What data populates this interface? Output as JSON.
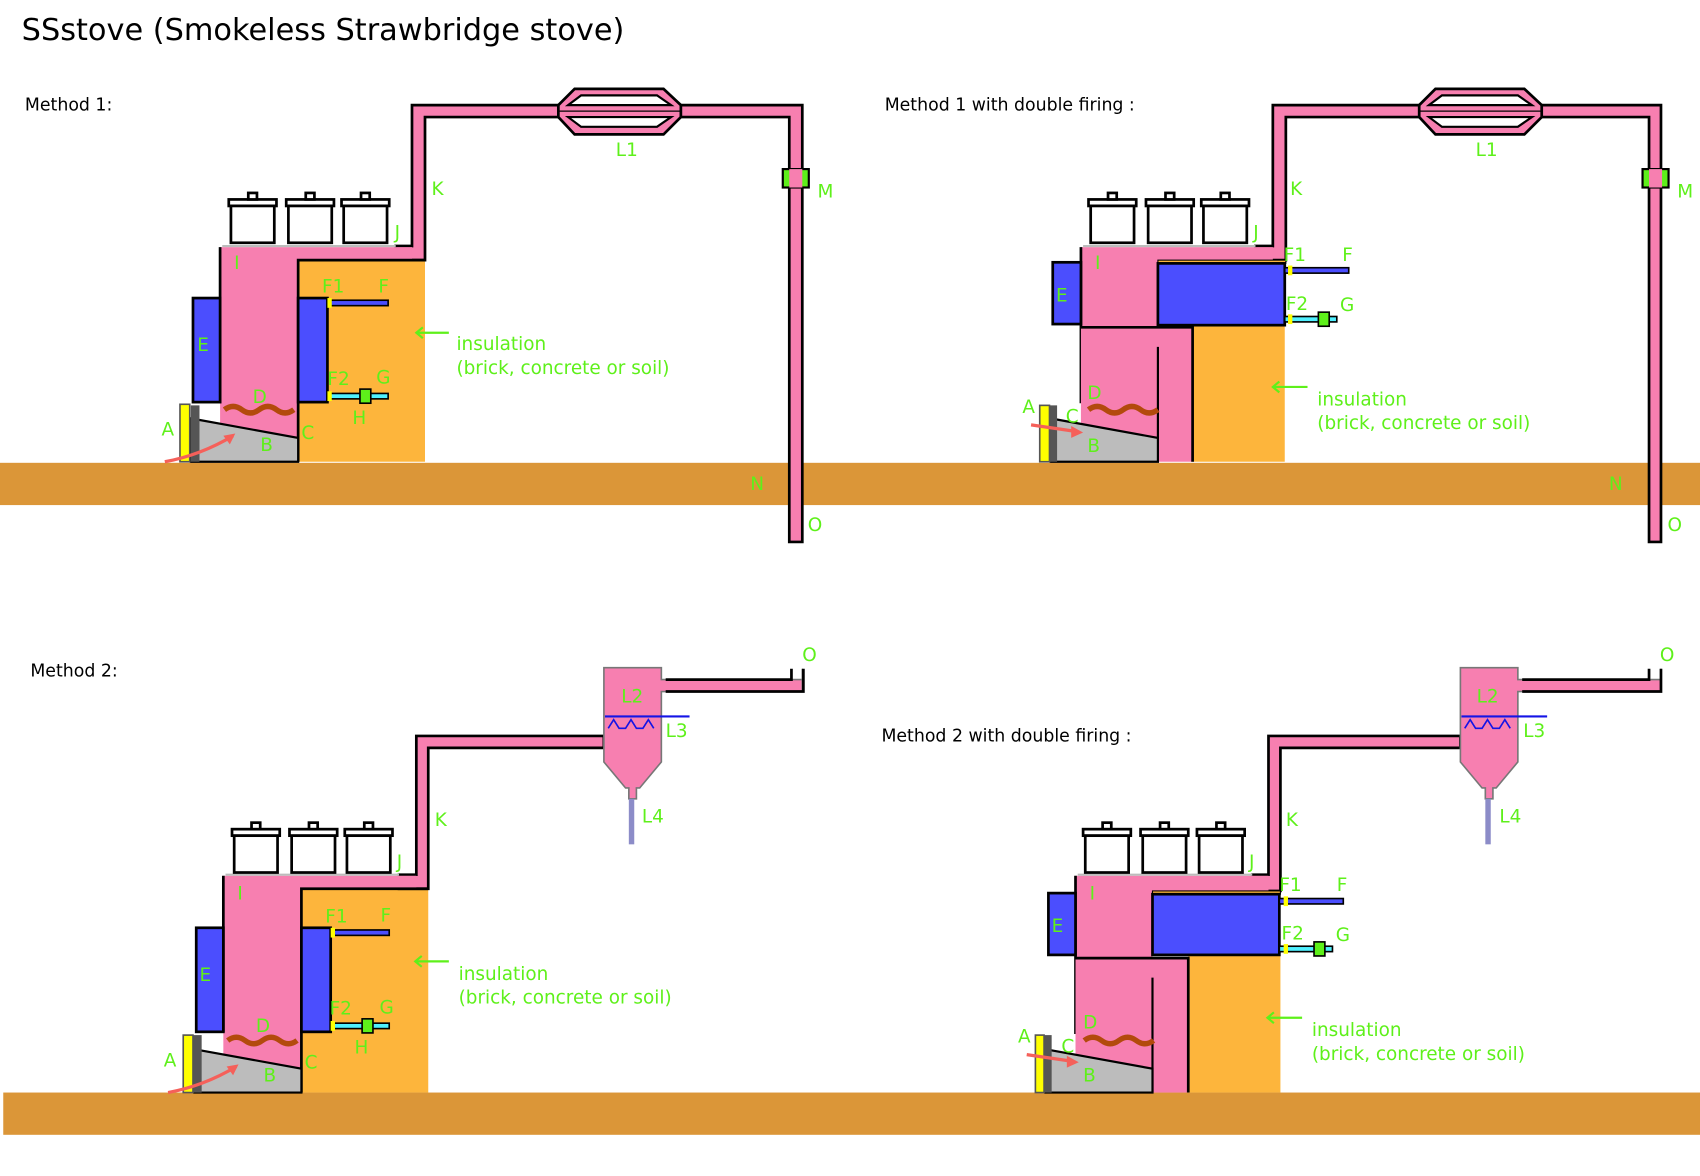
{
  "title": "SSstove (Smokeless Strawbridge stove)",
  "colors": {
    "flue_pink": "#f77fb0",
    "water_tank_blue": "#4b4efe",
    "insulation_orange": "#fdb53c",
    "ground_brown": "#db9638",
    "label_green": "#5ef01a",
    "door_yellow": "#ffff00",
    "ash_grey": "#bcbcbc",
    "flame_brown": "#b34a0c",
    "air_arrow_red": "#f5605a",
    "cold_pipe_cyan": "#4ff0ff",
    "spray_blue": "#1414e6",
    "drain_lavender": "#8c8cc8"
  },
  "panels": [
    {
      "heading": "Method 1:",
      "labels": {
        "A": "A",
        "B": "B",
        "C": "C",
        "D": "D",
        "E": "E",
        "F": "F",
        "F1": "F1",
        "F2": "F2",
        "G": "G",
        "H": "H",
        "I": "I",
        "J": "J",
        "K": "K",
        "L1": "L1",
        "M": "M",
        "N": "N",
        "O": "O"
      },
      "insulation_line1": "insulation",
      "insulation_line2": "(brick, concrete or soil)"
    },
    {
      "heading": "Method 1 with double firing :",
      "labels": {
        "A": "A",
        "B": "B",
        "C": "C",
        "D": "D",
        "E": "E",
        "F": "F",
        "F1": "F1",
        "F2": "F2",
        "G": "G",
        "I": "I",
        "J": "J",
        "K": "K",
        "L1": "L1",
        "M": "M",
        "N": "N",
        "O": "O"
      },
      "insulation_line1": "insulation",
      "insulation_line2": "(brick, concrete or soil)"
    },
    {
      "heading": "Method 2:",
      "labels": {
        "A": "A",
        "B": "B",
        "C": "C",
        "D": "D",
        "E": "E",
        "F": "F",
        "F1": "F1",
        "F2": "F2",
        "G": "G",
        "H": "H",
        "I": "I",
        "J": "J",
        "K": "K",
        "L2": "L2",
        "L3": "L3",
        "L4": "L4",
        "O": "O"
      },
      "insulation_line1": "insulation",
      "insulation_line2": "(brick, concrete or soil)"
    },
    {
      "heading": "Method 2 with double firing :",
      "labels": {
        "A": "A",
        "B": "B",
        "C": "C",
        "D": "D",
        "E": "E",
        "F": "F",
        "F1": "F1",
        "F2": "F2",
        "G": "G",
        "I": "I",
        "J": "J",
        "K": "K",
        "L2": "L2",
        "L3": "L3",
        "L4": "L4",
        "O": "O"
      },
      "insulation_line1": "insulation",
      "insulation_line2": "(brick, concrete or soil)"
    }
  ]
}
